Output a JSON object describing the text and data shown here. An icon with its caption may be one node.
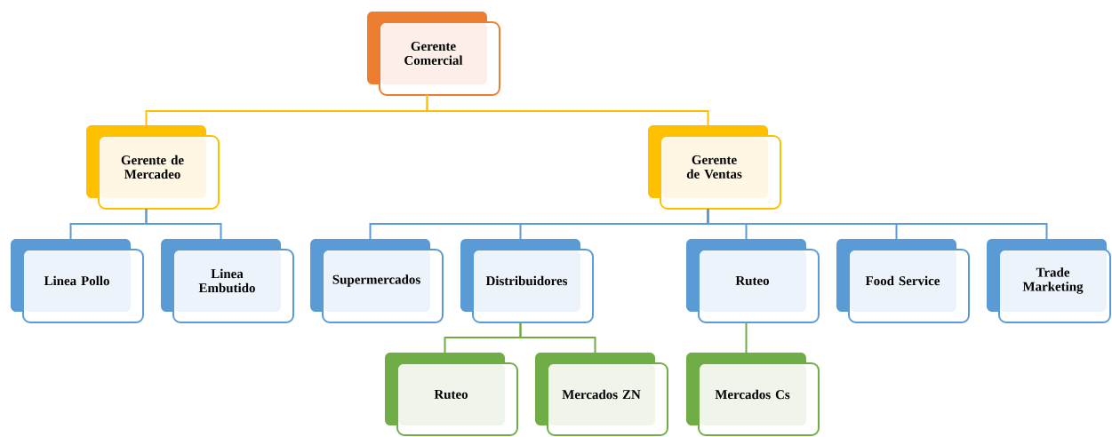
{
  "diagram": {
    "nodes": [
      {
        "text": [
          "Gerente Comercial"
        ]
      },
      {
        "text": [
          "Gerente de Mercadeo"
        ]
      },
      {
        "text": [
          "Gerente de Ventas"
        ]
      },
      {
        "text": [
          "Linea Pollo"
        ]
      },
      {
        "text": [
          "Linea Embutido"
        ]
      },
      {
        "text": [
          "Supermercados"
        ]
      },
      {
        "text": [
          "Distribuidores"
        ]
      },
      {
        "text": [
          "Ruteo"
        ]
      },
      {
        "text": [
          "Food Service"
        ]
      },
      {
        "text": [
          "Trade Marketing"
        ]
      },
      {
        "text": [
          "Ruteo"
        ]
      },
      {
        "text": [
          "Mercados ZN"
        ]
      },
      {
        "text": [
          "Mercados Cs"
        ]
      }
    ],
    "edges": [
      {
        "from": 0,
        "to": 1,
        "arrow": "none",
        "color": "#ffc000"
      },
      {
        "from": 0,
        "to": 2,
        "arrow": "none",
        "color": "#ffc000"
      },
      {
        "from": 1,
        "to": 3,
        "arrow": "none"
      },
      {
        "from": 1,
        "to": 4,
        "arrow": "none"
      },
      {
        "from": 2,
        "to": 5,
        "arrow": "none"
      },
      {
        "from": 2,
        "to": 6,
        "arrow": "none"
      },
      {
        "from": 2,
        "to": 7,
        "arrow": "none"
      },
      {
        "from": 2,
        "to": 8,
        "arrow": "none"
      },
      {
        "from": 2,
        "to": 9,
        "arrow": "none"
      },
      {
        "from": 6,
        "to": 10,
        "arrow": "none",
        "color": "#70ad47"
      },
      {
        "from": 6,
        "to": 11,
        "arrow": "none",
        "color": "#70ad47"
      },
      {
        "from": 7,
        "to": 12,
        "arrow": "none",
        "color": "#70ad47"
      }
    ]
  }
}
